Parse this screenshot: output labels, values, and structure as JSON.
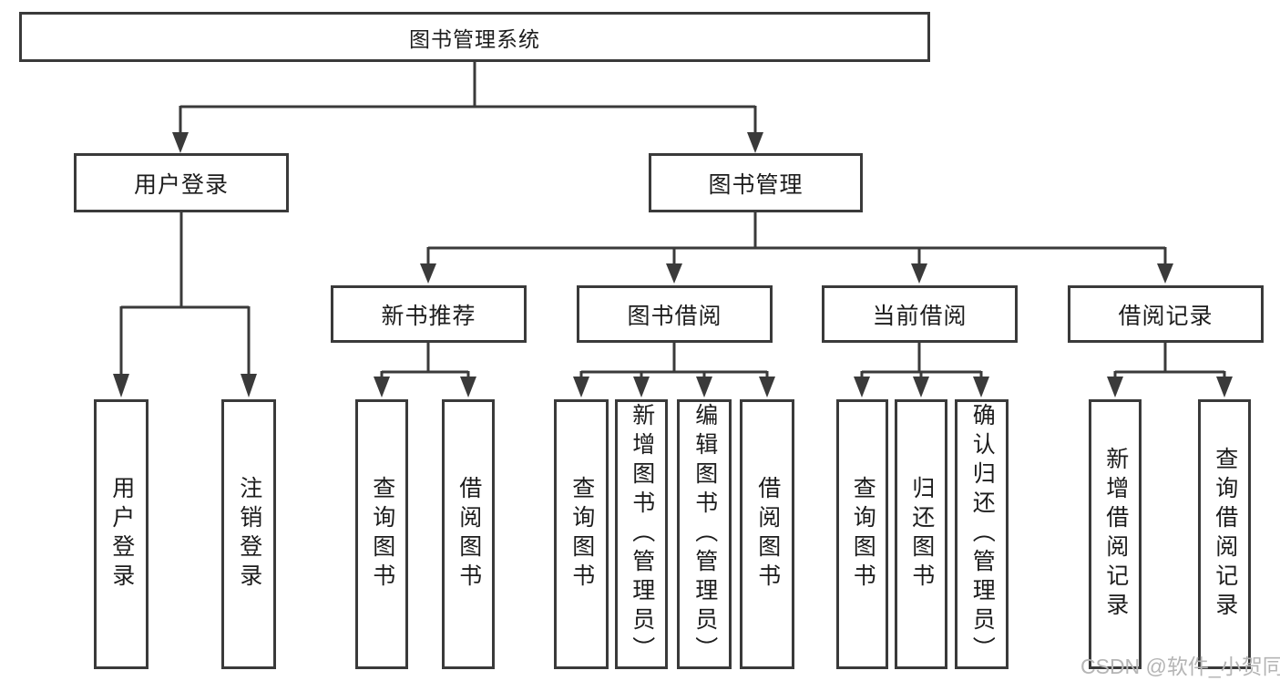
{
  "diagram": {
    "type": "tree-structure-diagram",
    "watermark": "CSDN @软件_小贺同学",
    "colors": {
      "line": "#3a3a3a",
      "box_border": "#3a3a3a",
      "text": "#1c1c1c",
      "watermark": "#b5b5b5",
      "background": "#ffffff"
    },
    "tree": {
      "root": {
        "label": "图书管理系统"
      },
      "level2": [
        {
          "label": "用户登录"
        },
        {
          "label": "图书管理"
        }
      ],
      "level3": [
        {
          "label": "新书推荐",
          "parent": "图书管理"
        },
        {
          "label": "图书借阅",
          "parent": "图书管理"
        },
        {
          "label": "当前借阅",
          "parent": "图书管理"
        },
        {
          "label": "借阅记录",
          "parent": "图书管理"
        }
      ],
      "leaves": [
        {
          "label": "用户登录",
          "parent": "用户登录"
        },
        {
          "label": "注销登录",
          "parent": "用户登录"
        },
        {
          "label": "查询图书",
          "parent": "新书推荐"
        },
        {
          "label": "借阅图书",
          "parent": "新书推荐"
        },
        {
          "label": "查询图书",
          "parent": "图书借阅"
        },
        {
          "label": "新增图书（管理员）",
          "parent": "图书借阅"
        },
        {
          "label": "编辑图书（管理员）",
          "parent": "图书借阅"
        },
        {
          "label": "借阅图书",
          "parent": "图书借阅"
        },
        {
          "label": "查询图书",
          "parent": "当前借阅"
        },
        {
          "label": "归还图书",
          "parent": "当前借阅"
        },
        {
          "label": "确认归还（管理员）",
          "parent": "当前借阅"
        },
        {
          "label": "新增借阅记录",
          "parent": "借阅记录"
        },
        {
          "label": "查询借阅记录",
          "parent": "借阅记录"
        }
      ]
    }
  }
}
